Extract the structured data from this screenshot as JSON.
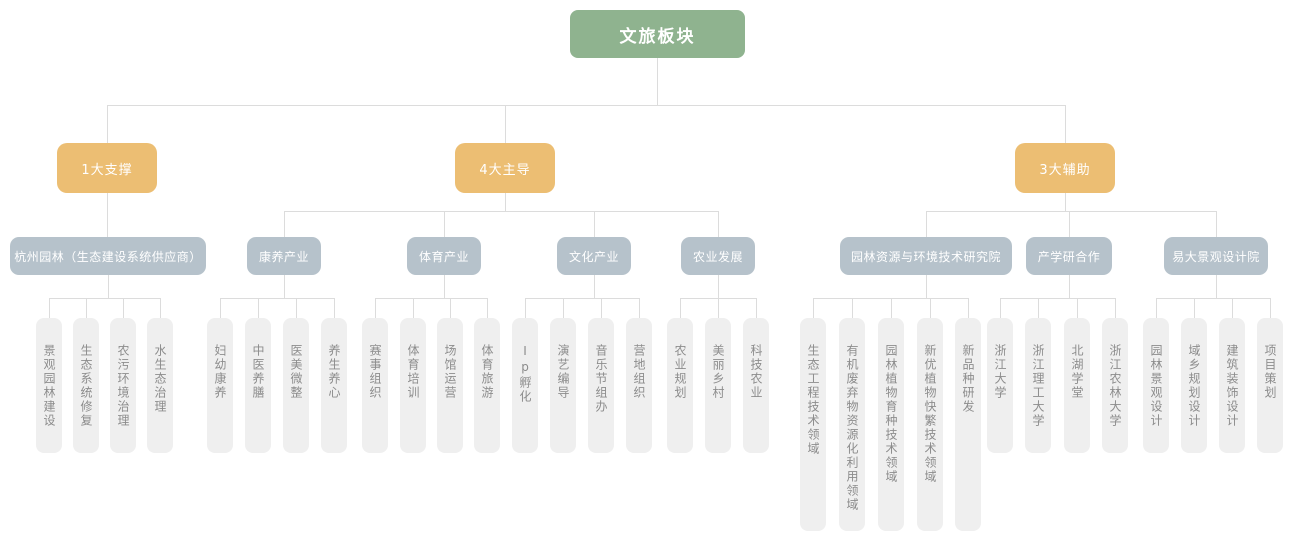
{
  "chart": {
    "root": {
      "label": "文旅板块"
    },
    "branches": [
      {
        "label": "1大支撑",
        "groups": [
          {
            "label": "杭州园林（生态建设系统供应商）",
            "items": [
              "景观园林建设",
              "生态系统修复",
              "农污环境治理",
              "水生态治理"
            ]
          }
        ]
      },
      {
        "label": "4大主导",
        "groups": [
          {
            "label": "康养产业",
            "items": [
              "妇幼康养",
              "中医养膳",
              "医美微整",
              "养生养心"
            ]
          },
          {
            "label": "体育产业",
            "items": [
              "赛事组织",
              "体育培训",
              "场馆运营",
              "体育旅游"
            ]
          },
          {
            "label": "文化产业",
            "items": [
              "Ip孵化",
              "演艺编导",
              "音乐节组办",
              "营地组织"
            ]
          },
          {
            "label": "农业发展",
            "items": [
              "农业规划",
              "美丽乡村",
              "科技农业"
            ]
          }
        ]
      },
      {
        "label": "3大辅助",
        "groups": [
          {
            "label": "园林资源与环境技术研究院",
            "items": [
              "生态工程技术领域",
              "有机废弃物资源化利用领域",
              "园林植物育种技术领域",
              "新优植物快繁技术领域",
              "新品种研发"
            ]
          },
          {
            "label": "产学研合作",
            "items": [
              "浙江大学",
              "浙江理工大学",
              "北湖学堂",
              "浙江农林大学"
            ]
          },
          {
            "label": "易大景观设计院",
            "items": [
              "园林景观设计",
              "域乡规划设计",
              "建筑装饰设计",
              "项目策划"
            ]
          }
        ]
      }
    ],
    "colors": {
      "root_bg": "#8FB38F",
      "branch_bg": "#ECBE73",
      "group_bg": "#B6C2CB",
      "leaf_bg": "#EFEFEF",
      "leaf_text": "#8C8C8C",
      "node_text": "#FFFFFF",
      "line": "#DCDCDC"
    }
  }
}
